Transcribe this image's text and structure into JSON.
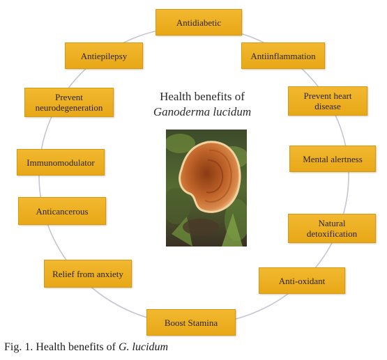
{
  "figure": {
    "title_line1": "Health benefits of",
    "title_line2": "Ganoderma lucidum",
    "benefits": [
      "Antidiabetic",
      "Antiinflammation",
      "Prevent heart\ndisease",
      "Mental alertness",
      "Natural\ndetoxification",
      "Anti-oxidant",
      "Boost Stamina",
      "Relief from anxiety",
      "Anticancerous",
      "Immunomodulator",
      "Prevent\nneurodegeneration",
      "Antiepilepsy"
    ],
    "photo_icon": "mushroom-photo",
    "colors": {
      "box_fill": "#f0b429",
      "box_border": "#d29a12",
      "ring": "#c5c5d2"
    }
  },
  "caption": {
    "prefix": "Fig. 1. Health benefits of ",
    "species": "G. lucidum"
  }
}
